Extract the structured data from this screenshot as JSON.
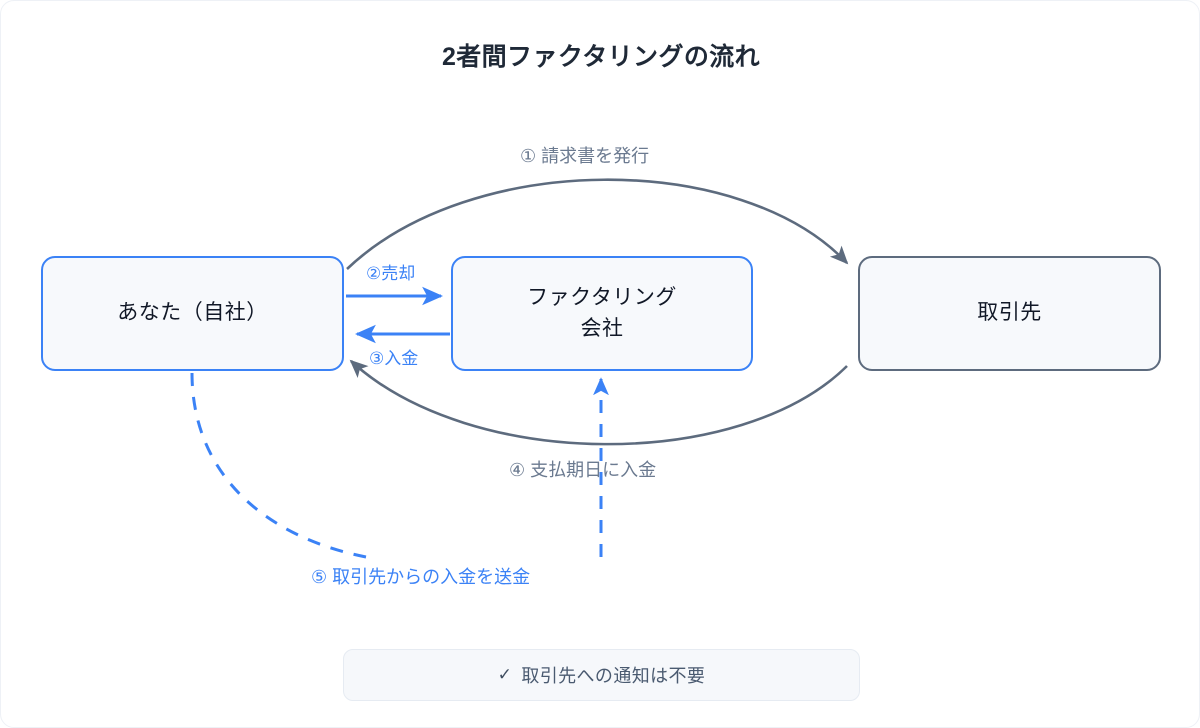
{
  "title": "2者間ファクタリングの流れ",
  "colors": {
    "blue": "#3b82f6",
    "grey": "#5d6b7e",
    "label_grey": "#6b7a90",
    "node_fill": "#f7f9fc",
    "badge_fill": "#f6f8fb"
  },
  "nodes": [
    {
      "id": "you",
      "label": "あなた（自社）",
      "border": "blue"
    },
    {
      "id": "factor",
      "label": "ファクタリング\n会社",
      "border": "blue"
    },
    {
      "id": "client",
      "label": "取引先",
      "border": "grey"
    }
  ],
  "node_labels": {
    "you": "あなた（自社）",
    "factor_line1": "ファクタリング",
    "factor_line2": "会社",
    "client": "取引先"
  },
  "steps": [
    {
      "number": "①",
      "label": "① 請求書を発行",
      "from": "you",
      "to": "client",
      "style": "solid-curve-top",
      "color": "grey"
    },
    {
      "number": "②",
      "label": "②売却",
      "from": "you",
      "to": "factor",
      "style": "solid-straight",
      "color": "blue"
    },
    {
      "number": "③",
      "label": "③入金",
      "from": "factor",
      "to": "you",
      "style": "solid-straight",
      "color": "blue"
    },
    {
      "number": "④",
      "label": "④ 支払期日に入金",
      "from": "client",
      "to": "you",
      "style": "solid-curve-bottom",
      "color": "grey"
    },
    {
      "number": "⑤",
      "label": "⑤ 取引先からの入金を送金",
      "from": "you",
      "to": "factor",
      "style": "dashed-curve",
      "color": "blue"
    }
  ],
  "edge_labels": {
    "step1": "① 請求書を発行",
    "step2": "②売却",
    "step3": "③入金",
    "step4": "④ 支払期日に入金",
    "step5": "⑤ 取引先からの入金を送金"
  },
  "badge": {
    "check_icon": "✓",
    "text": "取引先への通知は不要"
  }
}
